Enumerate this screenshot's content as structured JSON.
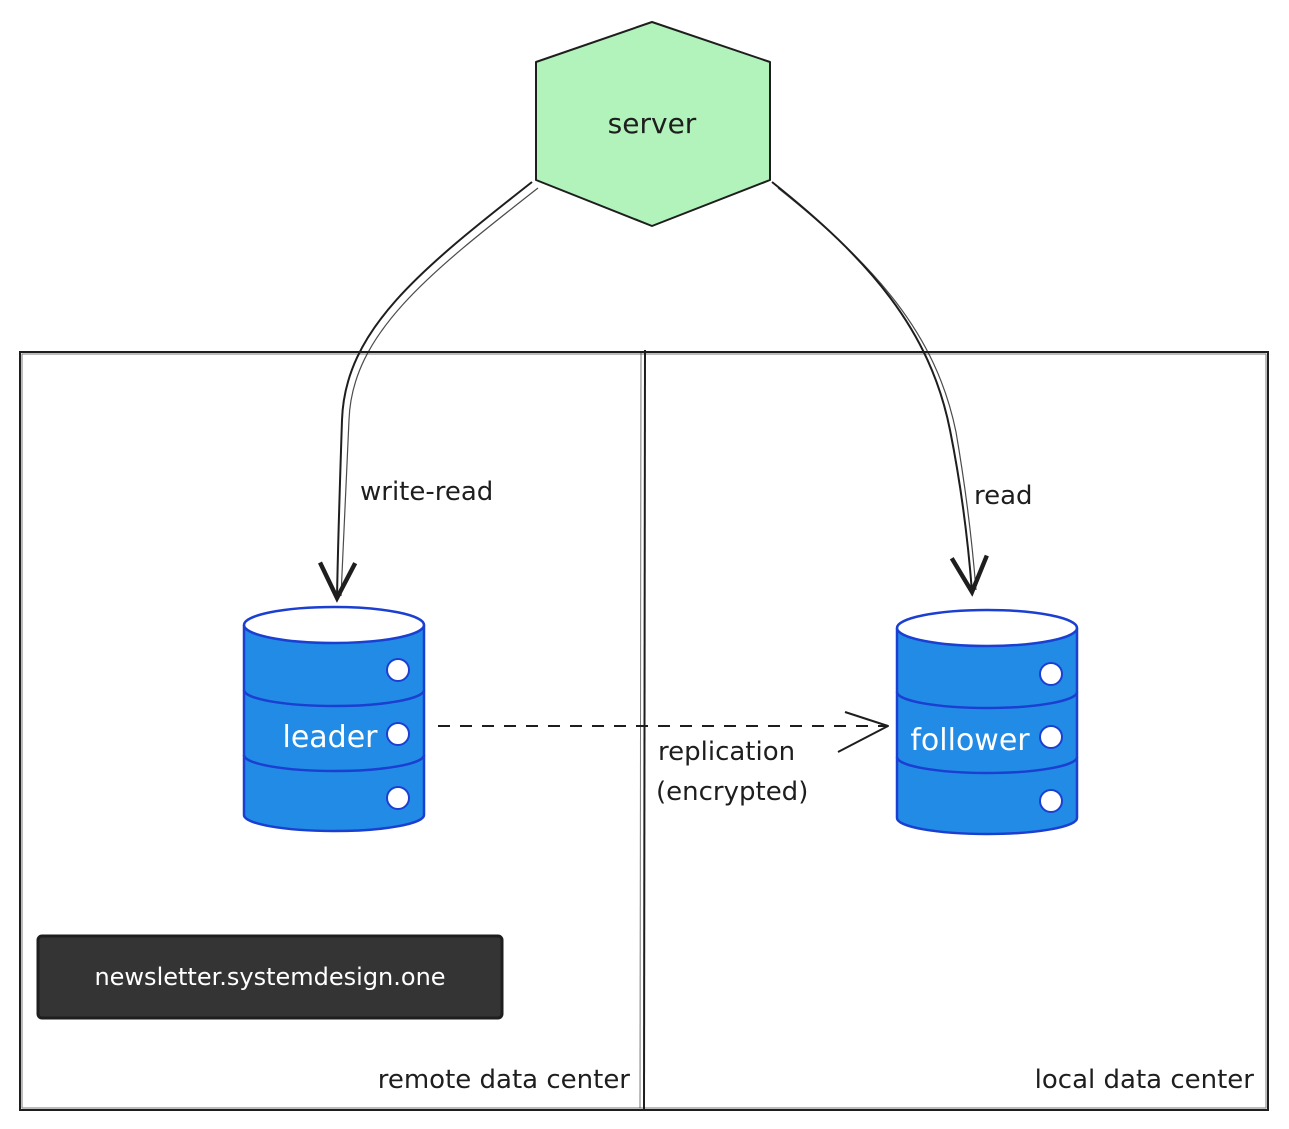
{
  "server": {
    "label": "server",
    "color": "#b2f2bb"
  },
  "edges": {
    "write_read": "write-read",
    "read": "read",
    "replication_line1": "replication",
    "replication_line2": "(encrypted)"
  },
  "databases": {
    "leader": {
      "label": "leader",
      "color": "#228be6"
    },
    "follower": {
      "label": "follower",
      "color": "#228be6"
    }
  },
  "zones": {
    "remote": "remote data center",
    "local": "local data center"
  },
  "badge": {
    "text": "newsletter.systemdesign.one",
    "color": "#343434"
  }
}
